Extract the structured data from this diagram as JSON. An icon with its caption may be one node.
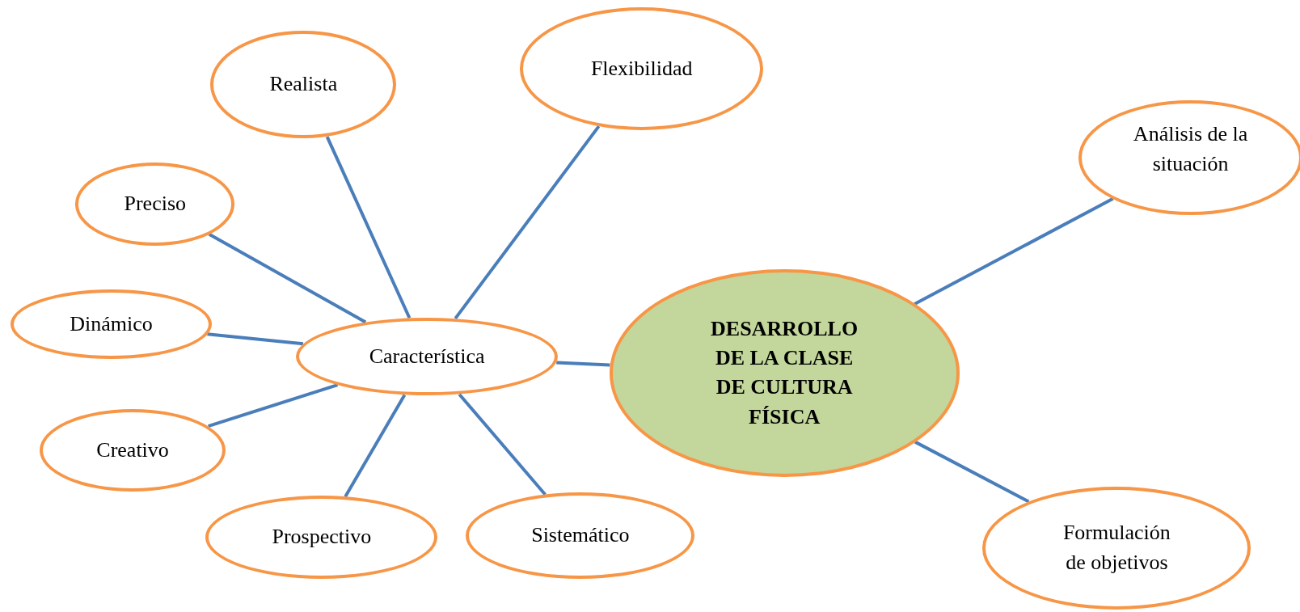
{
  "diagram": {
    "nodes": [
      {
        "text": [
          "Flexibilidad"
        ]
      },
      {
        "text": [
          "Realista"
        ]
      },
      {
        "text": [
          "Análisis de la situación"
        ]
      },
      {
        "text": [
          "Preciso"
        ]
      },
      {
        "text": [
          "Dinámico"
        ]
      },
      {
        "text": [
          "Característica"
        ]
      },
      {
        "text": [
          "DESARROLLO DE LA CLASE DE CULTURA FÍSICA"
        ]
      },
      {
        "text": [
          "Creativo"
        ]
      },
      {
        "text": [
          "Sistemático"
        ]
      },
      {
        "text": [
          "Prospectivo"
        ]
      },
      {
        "text": [
          "Formulación de objetivos"
        ]
      }
    ],
    "edges": [
      {
        "from": 5,
        "to": 1,
        "arrow": "none"
      },
      {
        "from": 5,
        "to": 0,
        "arrow": "none"
      },
      {
        "from": 5,
        "to": 3,
        "arrow": "none"
      },
      {
        "from": 5,
        "to": 4,
        "arrow": "none"
      },
      {
        "from": 5,
        "to": 7,
        "arrow": "none"
      },
      {
        "from": 5,
        "to": 9,
        "arrow": "none"
      },
      {
        "from": 5,
        "to": 8,
        "arrow": "none"
      },
      {
        "from": 5,
        "to": 6,
        "arrow": "none"
      },
      {
        "from": 6,
        "to": 2,
        "arrow": "none"
      },
      {
        "from": 6,
        "to": 10,
        "arrow": "none"
      }
    ]
  }
}
